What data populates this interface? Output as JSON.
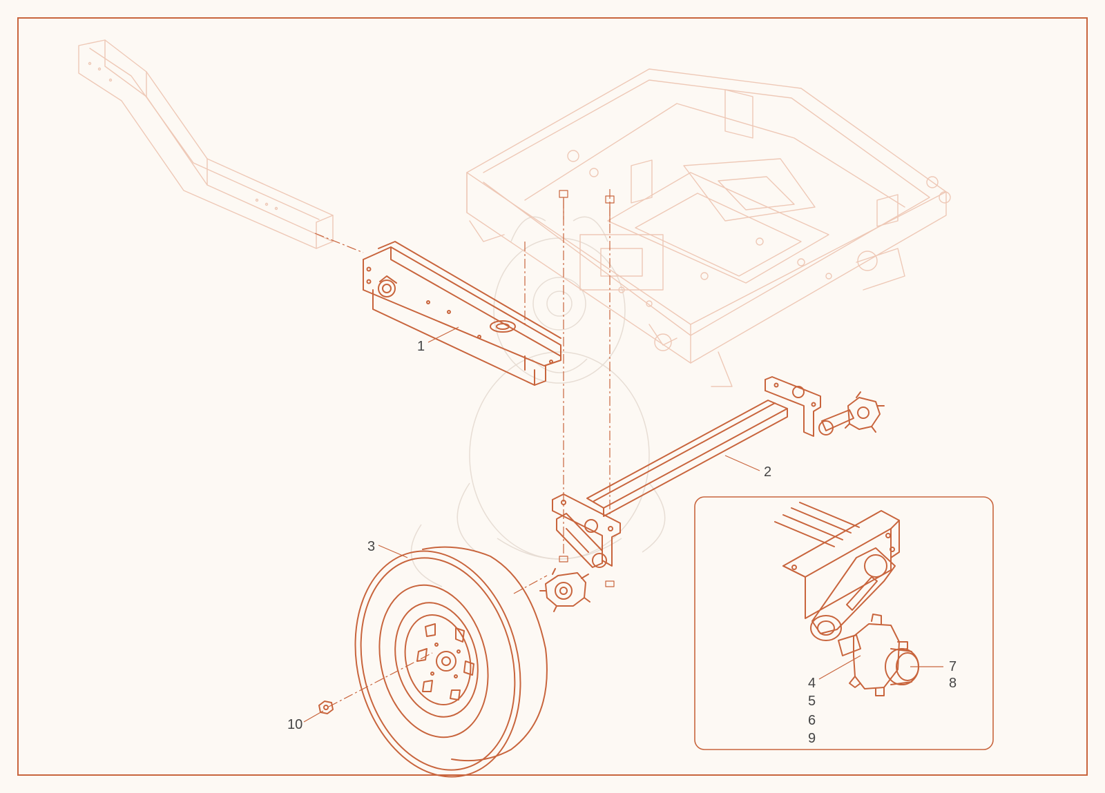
{
  "colors": {
    "background": "#fdf9f4",
    "primary_line": "#c8643c",
    "faint_line": "#eec8b6",
    "watermark": "#e7ddd4",
    "label_text": "#444444"
  },
  "callouts": {
    "c1": "1",
    "c2": "2",
    "c3": "3",
    "c4": "4",
    "c5": "5",
    "c6": "6",
    "c7": "7",
    "c8": "8",
    "c9": "9",
    "c10": "10"
  }
}
